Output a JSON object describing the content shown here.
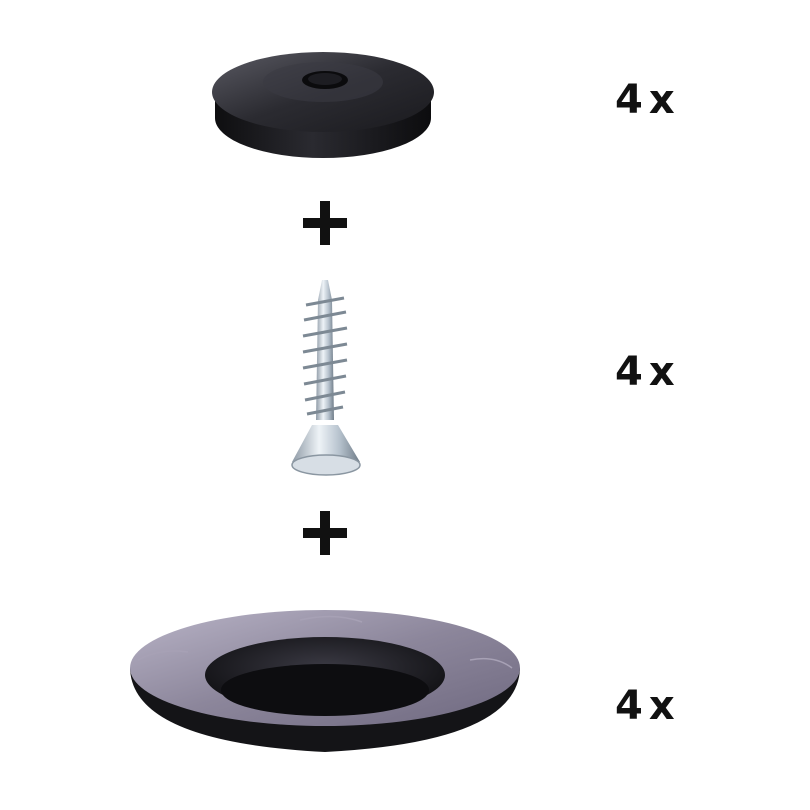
{
  "items": [
    {
      "name": "washer-cap",
      "icon": "rubber-washer-icon",
      "quantity": "4x"
    },
    {
      "name": "wood-screw",
      "icon": "screw-icon",
      "quantity": "4x"
    },
    {
      "name": "floor-cup",
      "icon": "rubber-cup-icon",
      "quantity": "4x"
    }
  ],
  "separators": [
    "+",
    "+"
  ],
  "colors": {
    "background": "#ffffff",
    "rubber": "#1b1b1f",
    "metal": "#c9d3dc",
    "text": "#111111"
  }
}
